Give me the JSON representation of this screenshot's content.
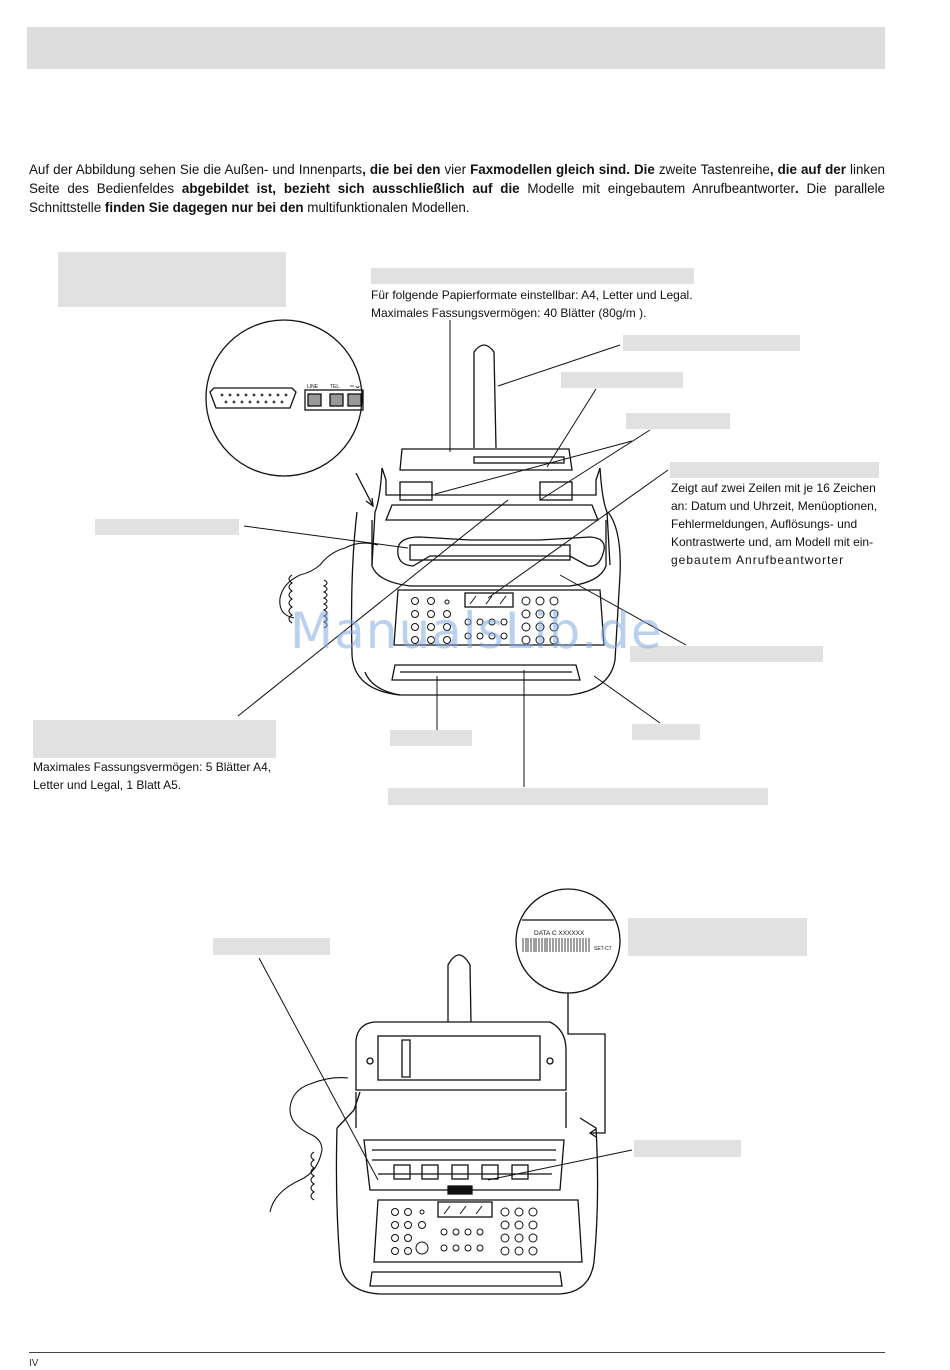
{
  "page": {
    "header_bar": "",
    "page_number": "IV"
  },
  "intro": {
    "t1": "Auf der Abbildung sehen Sie die Außen- und Innenparts",
    "b1": ", die bei den",
    "t2": " vier ",
    "b2": "Faxmodellen gleich sind. Die",
    "t3": " zweite Tastenreihe",
    "b3": ", die auf der",
    "t4": " linken Seite des Bedienfeldes ",
    "b4": "abgebildet ist, bezieht sich ausschließlich auf die",
    "t5": " Modelle mit eingebautem Anrufbeantworter",
    "b5": ".",
    "t6": " Die parallele Schnittstelle ",
    "b6": "finden Sie dagegen nur bei den",
    "t7": " multifunktionalen Modellen."
  },
  "notes": {
    "paper_tray_1": "Für folgende Papierformate einstellbar: A4, Letter und Legal.",
    "paper_tray_2": "Maximales Fassungsvermögen: 40 Blätter (80g/m ).",
    "display_1": "Zeigt auf zwei Zeilen mit je 16 Zeichen",
    "display_2": "an: Datum und Uhrzeit, Menüoptionen,",
    "display_3": "Fehlermeldungen, Auflösungs- und",
    "display_4": "Kontrastwerte und, am Modell mit ein-",
    "display_5": "gebautem Anrufbeantworter",
    "manual_feed_1": "Maximales Fassungsvermögen: 5 Blätter A4,",
    "manual_feed_2": "Letter und Legal, 1 Blatt A5."
  },
  "connector_labels": {
    "line": "LINE",
    "tel": "TEL."
  },
  "serial_label": {
    "text": "DATA C XXXXXX",
    "suffix": "SET-C7"
  },
  "watermark": "ManualsLib.de"
}
